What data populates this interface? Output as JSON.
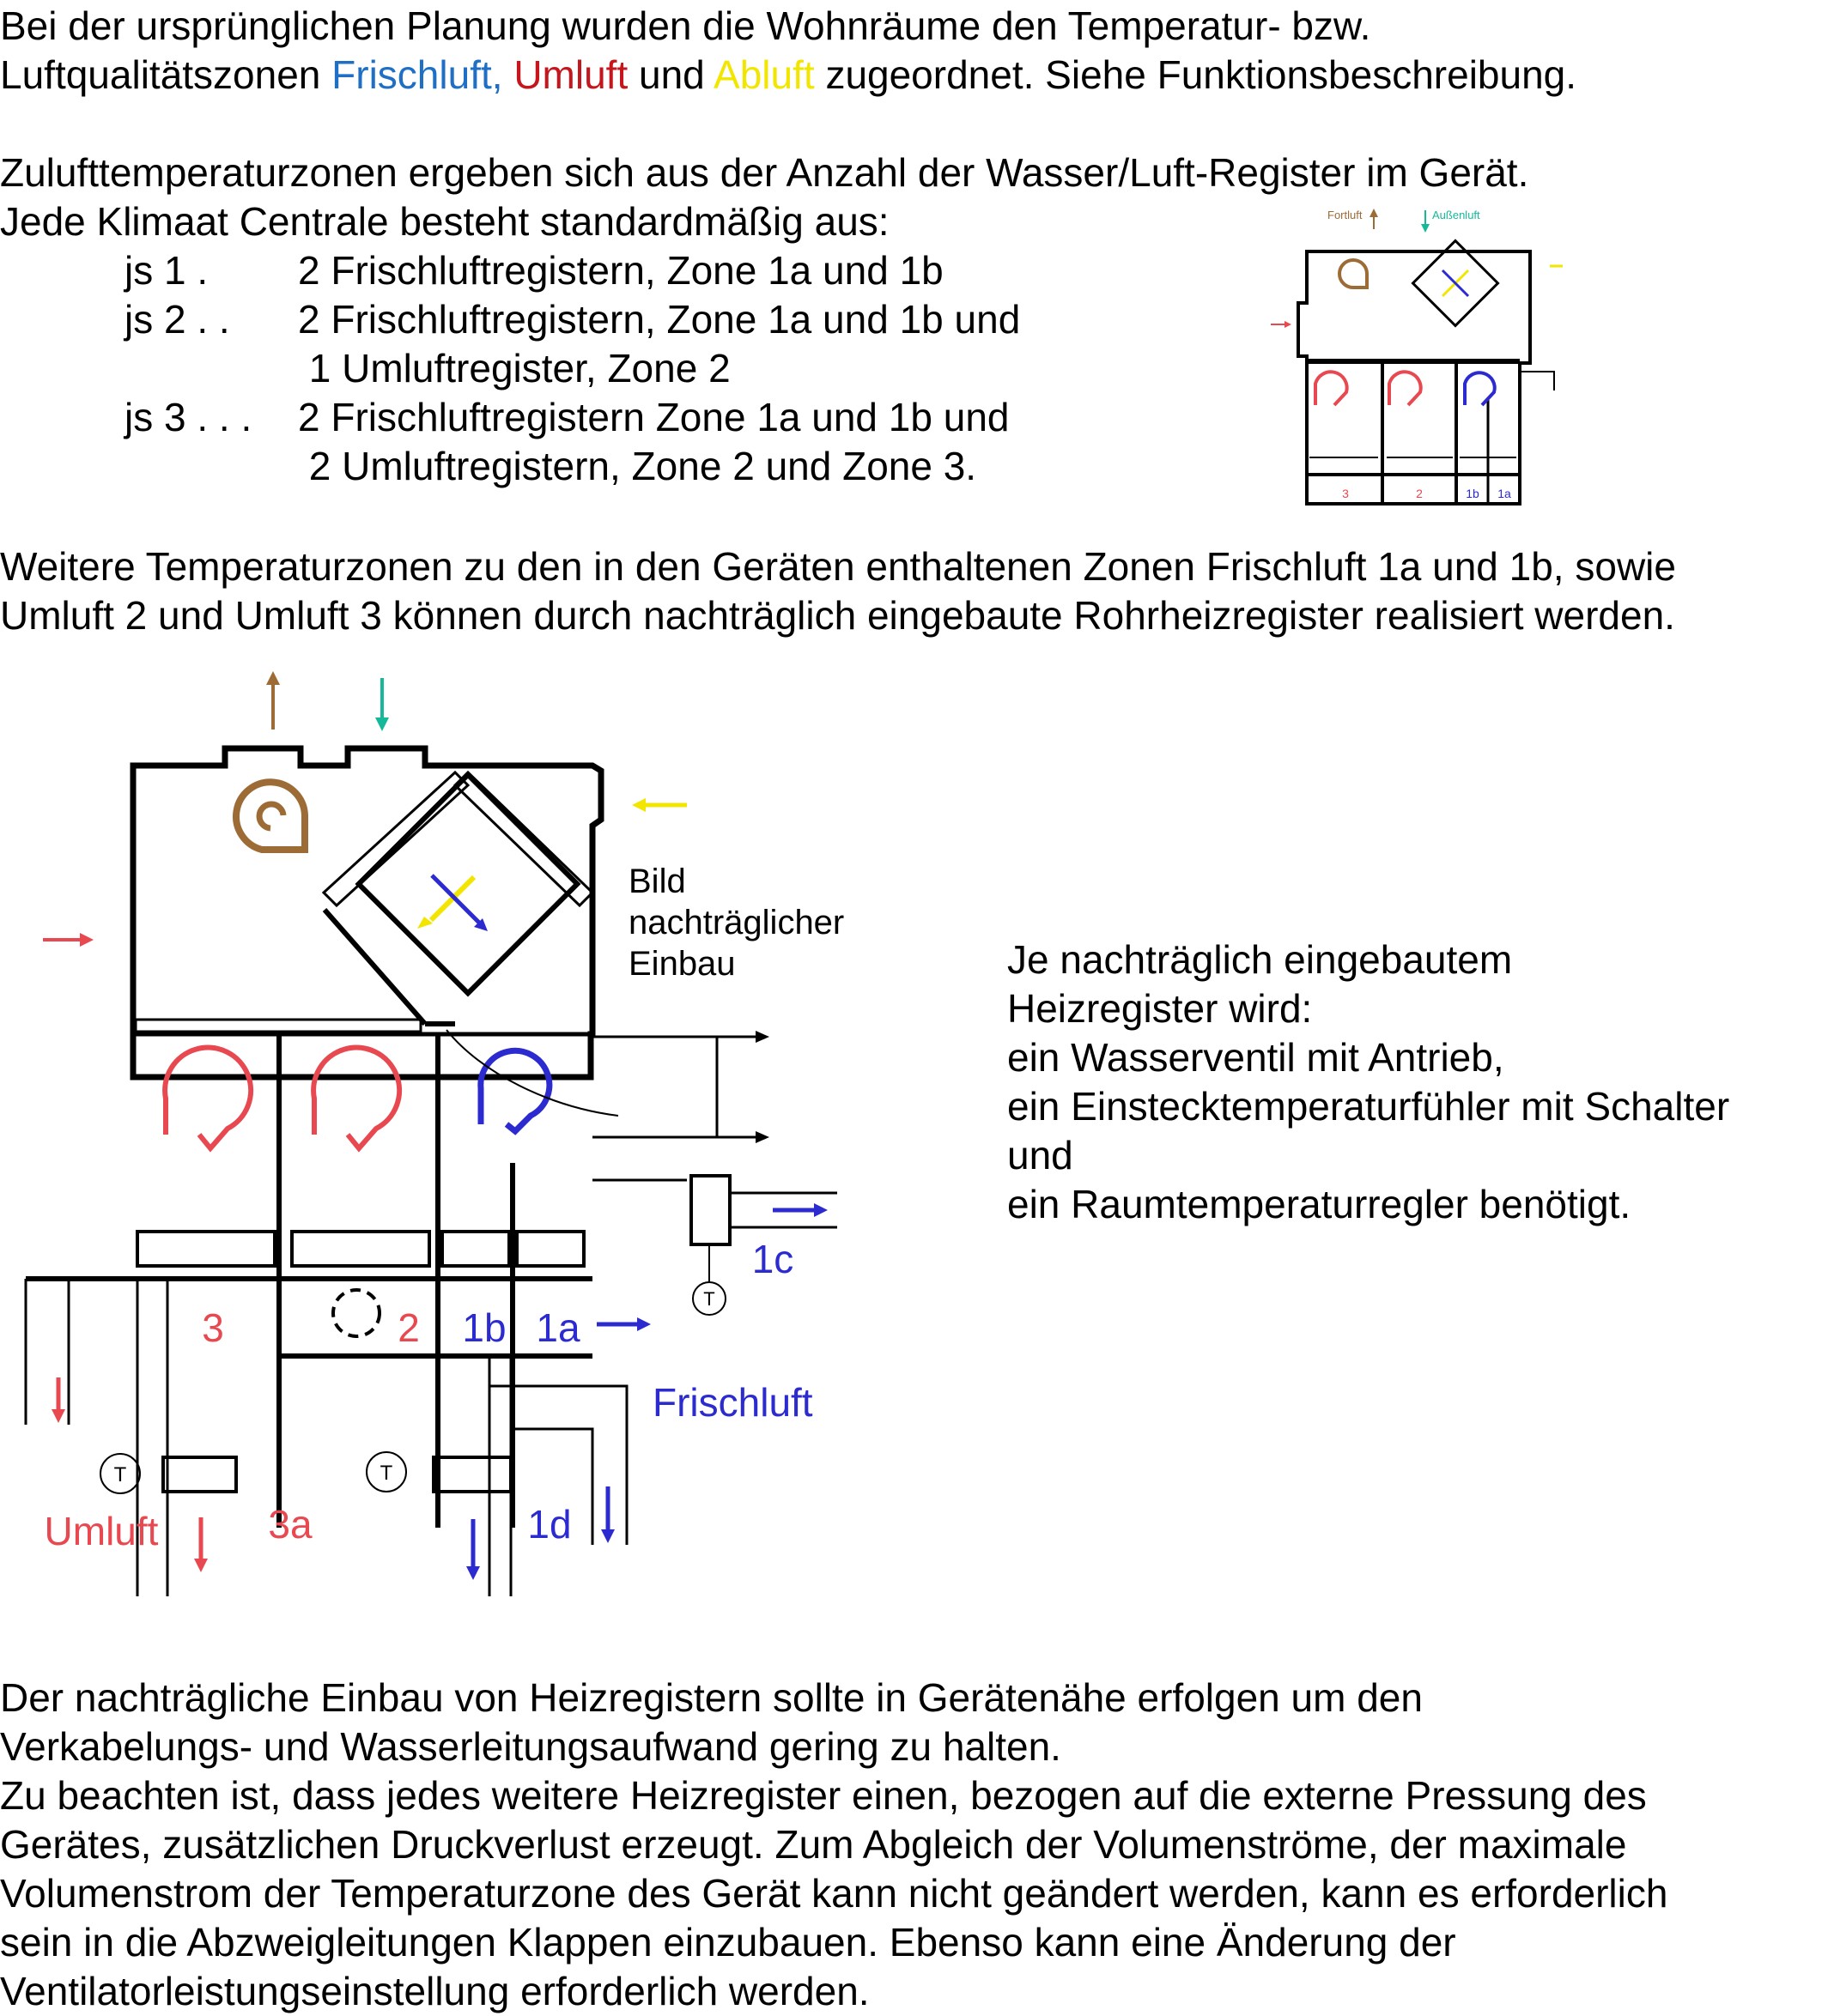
{
  "intro": {
    "line1": "Bei der ursprünglichen Planung wurden die Wohnräume den Temperatur- bzw.",
    "line2_prefix": "Luftqualitätszonen ",
    "zone_frischluft": "Frischluft,",
    "zone_umluft": "Umluft",
    "word_und": "und",
    "zone_abluft": "Abluft",
    "line2_suffix": "zugeordnet. Siehe Funktionsbeschreibung.",
    "colors": {
      "frischluft": "#1f6fc4",
      "umluft": "#c4161c",
      "abluft": "#f2e600"
    }
  },
  "zones_text": {
    "line1": "Zulufttemperaturzonen ergeben sich aus der Anzahl der Wasser/Luft-Register im Gerät.",
    "line2": "Jede Klimaat Centrale besteht standardmäßig aus:",
    "items": [
      {
        "model": "js 1 .",
        "text": "2 Frischluftregistern, Zone 1a und 1b"
      },
      {
        "model": "js 2 . .",
        "text": "2 Frischluftregistern, Zone 1a und 1b und"
      },
      {
        "model": "",
        "text": " 1 Umluftregister, Zone 2"
      },
      {
        "model": "js 3 . . .",
        "text": "2 Frischluftregistern Zone 1a und 1b und"
      },
      {
        "model": "",
        "text": " 2 Umluftregistern, Zone 2 und Zone 3."
      }
    ]
  },
  "further_text": {
    "line1": "Weitere Temperaturzonen zu den in den Geräten enthaltenen Zonen Frischluft 1a und 1b, sowie",
    "line2": "Umluft 2 und Umluft 3 können durch nachträglich eingebaute Rohrheizregister realisiert werden."
  },
  "small_diagram": {
    "label_fortluft": "Fortluft",
    "label_aussenluft": "Außenluft",
    "zones": [
      "3",
      "2",
      "1b",
      "1a"
    ]
  },
  "large_diagram": {
    "caption": [
      "Bild",
      "nachträglicher",
      "Einbau"
    ],
    "zone_labels": {
      "z3": "3",
      "z2": "2",
      "z1b": "1b",
      "z1a": "1a",
      "z1c": "1c",
      "z3a": "3a",
      "z1d": "1d"
    },
    "label_frischluft": "Frischluft",
    "label_umluft": "Umluft",
    "sensor_label": "T",
    "colors": {
      "brown": "#9c6b36",
      "teal": "#16b89a",
      "yellow": "#f2e600",
      "red": "#e8484f",
      "blue": "#2b2bd0",
      "black": "#000000"
    }
  },
  "side_note": {
    "lines": [
      "Je nachträglich eingebautem",
      "Heizregister wird:",
      "ein Wasserventil mit Antrieb,",
      "ein Einstecktemperaturfühler mit Schalter",
      "und",
      "ein Raumtemperaturregler benötigt."
    ]
  },
  "closing_text": {
    "lines": [
      "Der nachträgliche Einbau von Heizregistern sollte in Gerätenähe erfolgen um den",
      "Verkabelungs- und Wasserleitungsaufwand gering zu halten.",
      "Zu beachten ist, dass jedes weitere Heizregister einen, bezogen auf die externe Pressung des",
      "Gerätes, zusätzlichen Druckverlust erzeugt. Zum Abgleich der Volumenströme, der maximale",
      "Volumenstrom der Temperaturzone des Gerät kann nicht geändert werden, kann es erforderlich",
      "sein in die Abzweigleitungen Klappen einzubauen. Ebenso kann eine Änderung der",
      "Ventilatorleistungseinstellung erforderlich werden."
    ]
  }
}
